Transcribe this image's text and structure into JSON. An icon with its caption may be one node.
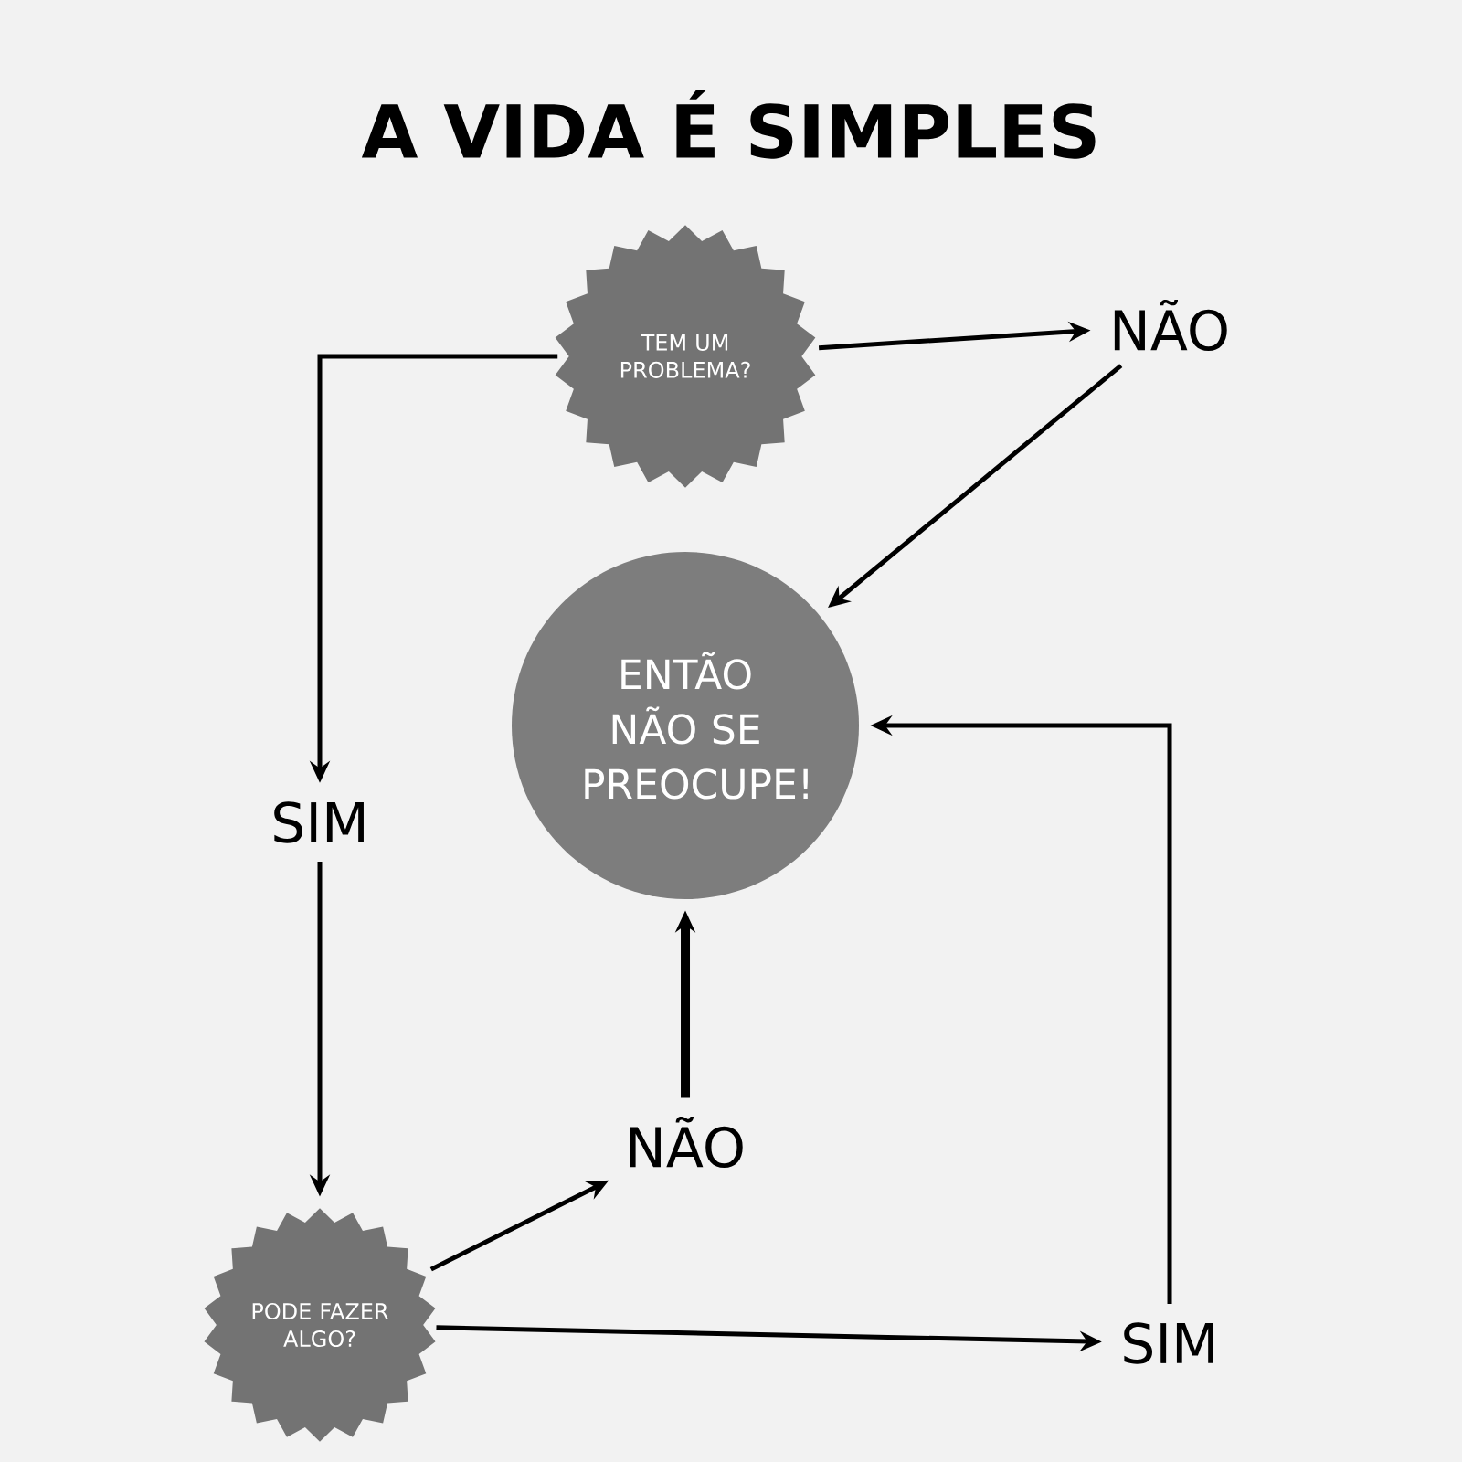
{
  "diagram": {
    "title": "A VIDA É SIMPLES",
    "nodes": [
      {
        "text": [
          "TEM UM PROBLEMA?"
        ]
      },
      {
        "text": [
          "NÃO"
        ]
      },
      {
        "text": [
          "ENTÃO NÃO SE PREOCUPE!"
        ]
      },
      {
        "text": [
          "SIM"
        ]
      },
      {
        "text": [
          "PODE FAZER ALGO?"
        ]
      },
      {
        "text": [
          "NÃO"
        ]
      },
      {
        "text": [
          "SIM"
        ]
      }
    ],
    "edges": [
      {
        "from": 0,
        "to": 1,
        "arrow": "to"
      },
      {
        "from": 1,
        "to": 2,
        "arrow": "to"
      },
      {
        "from": 0,
        "to": 3,
        "arrow": "to"
      },
      {
        "from": 3,
        "to": 4,
        "arrow": "to"
      },
      {
        "from": 4,
        "to": 5,
        "arrow": "to"
      },
      {
        "from": 5,
        "to": 2,
        "arrow": "to",
        "style": "thick"
      },
      {
        "from": 4,
        "to": 6,
        "arrow": "to"
      },
      {
        "from": 6,
        "to": 2,
        "arrow": "to"
      }
    ]
  }
}
